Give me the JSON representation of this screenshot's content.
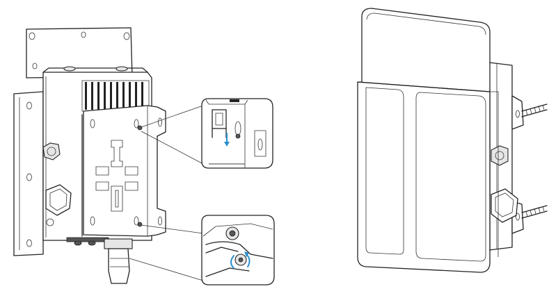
{
  "figure": {
    "views": [
      "left-rear-mounting-view",
      "right-front-mounted-view"
    ],
    "details": [
      "bracket-slide-down-detail",
      "screw-tighten-detail"
    ],
    "colors": {
      "line": "#222222",
      "arrow": "#2a8fd0",
      "background": "#ffffff"
    }
  }
}
